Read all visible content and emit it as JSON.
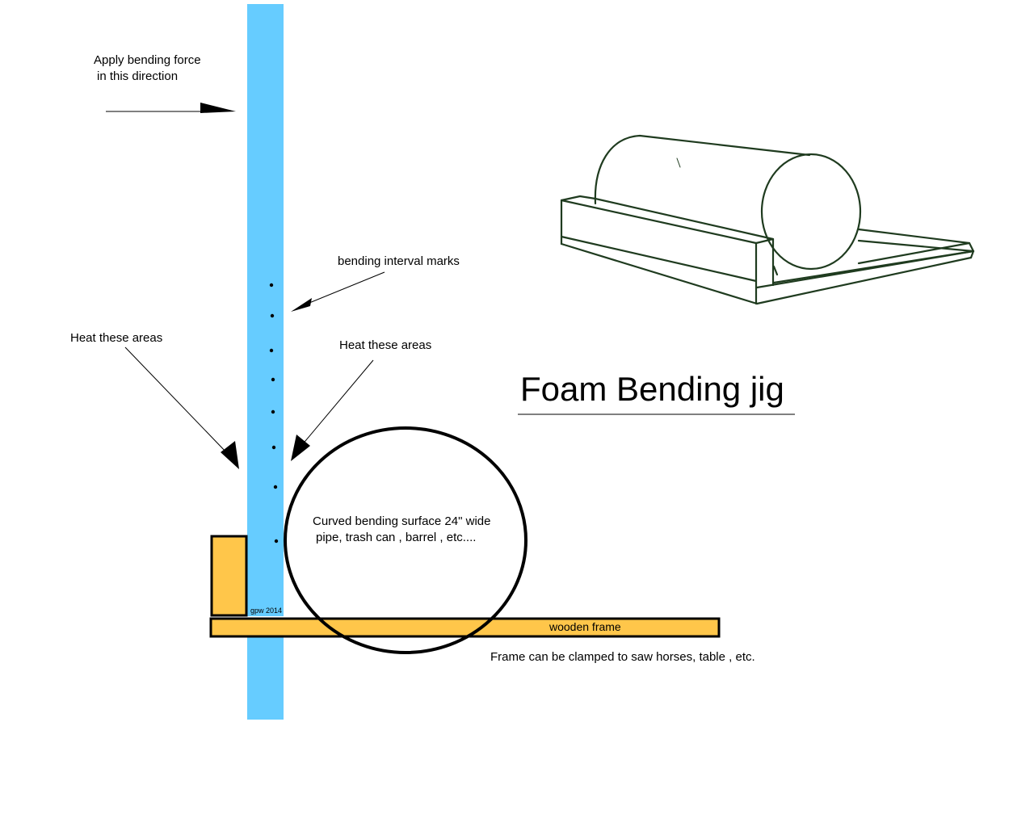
{
  "title": "Foam Bending jig",
  "labels": {
    "force_line1": "Apply bending force",
    "force_line2": "in this direction",
    "interval_marks": "bending interval marks",
    "heat_left": "Heat these areas",
    "heat_right": "Heat these areas",
    "surface_line1": "Curved bending surface  24\" wide",
    "surface_line2": "pipe, trash can , barrel , etc....",
    "frame": "wooden frame",
    "clamp_note": "Frame can be clamped to saw horses, table , etc.",
    "signature": "gpw 2014"
  },
  "colors": {
    "foam_board": "#66ccff",
    "wood": "#ffc64a",
    "ink": "#000000",
    "sketch": "#1f3b1f"
  },
  "interval_mark_count": 8
}
